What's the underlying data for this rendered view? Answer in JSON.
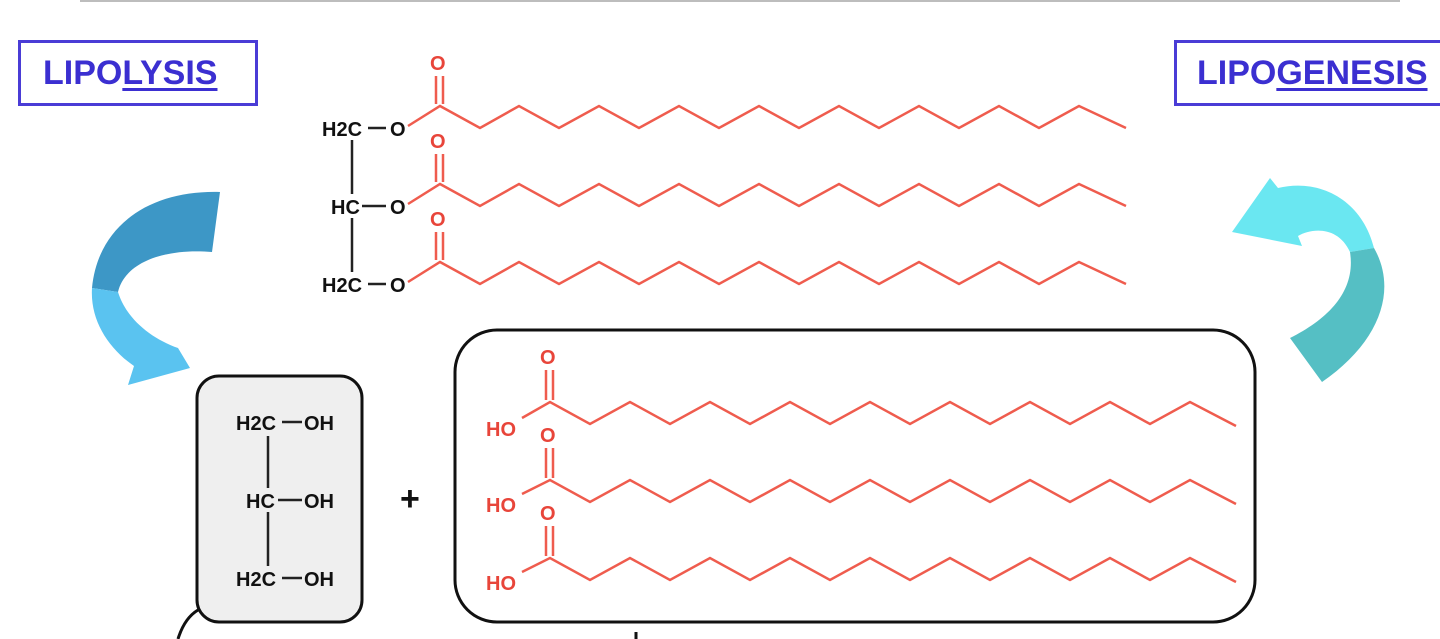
{
  "labels": {
    "lipolysis_prefix": "LIPO",
    "lipolysis_suffix": "LYSIS",
    "lipogenesis_prefix": "LIPO",
    "lipogenesis_suffix": "GENESIS"
  },
  "triglyceride": {
    "carbons": [
      "H2C",
      "HC",
      "H2C"
    ],
    "ester_o": "O",
    "carbonyl_o": "O"
  },
  "glycerol": {
    "groups": [
      "H2C",
      "HC",
      "H2C"
    ],
    "hydroxyl": "OH"
  },
  "plus_sign": "+",
  "fatty_acids": {
    "hydroxyl": "HO",
    "carbonyl_o": "O"
  },
  "colors": {
    "chain": "#ef5c4e",
    "text_red": "#e8453a",
    "label_border": "#4a3cd6",
    "label_text": "#3b2fd1",
    "arrow_dark_blue": "#3d97c6",
    "arrow_light_blue": "#5ac3f0",
    "arrow_cyan": "#6ae7f1",
    "arrow_teal": "#55bfc4"
  }
}
